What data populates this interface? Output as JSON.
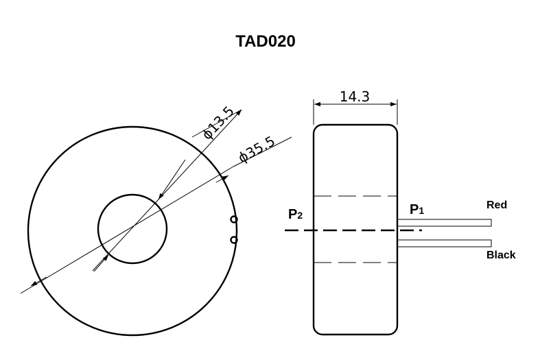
{
  "title": "TAD020",
  "front_view": {
    "inner_diameter_label": "ϕ13.5",
    "outer_diameter_label": "ϕ35.5"
  },
  "side_view": {
    "width_label": "14.3",
    "p2": {
      "letter": "P",
      "sub": "2"
    },
    "p1": {
      "letter": "P",
      "sub": "1"
    },
    "wire_red_label": "Red",
    "wire_black_label": "Black"
  }
}
